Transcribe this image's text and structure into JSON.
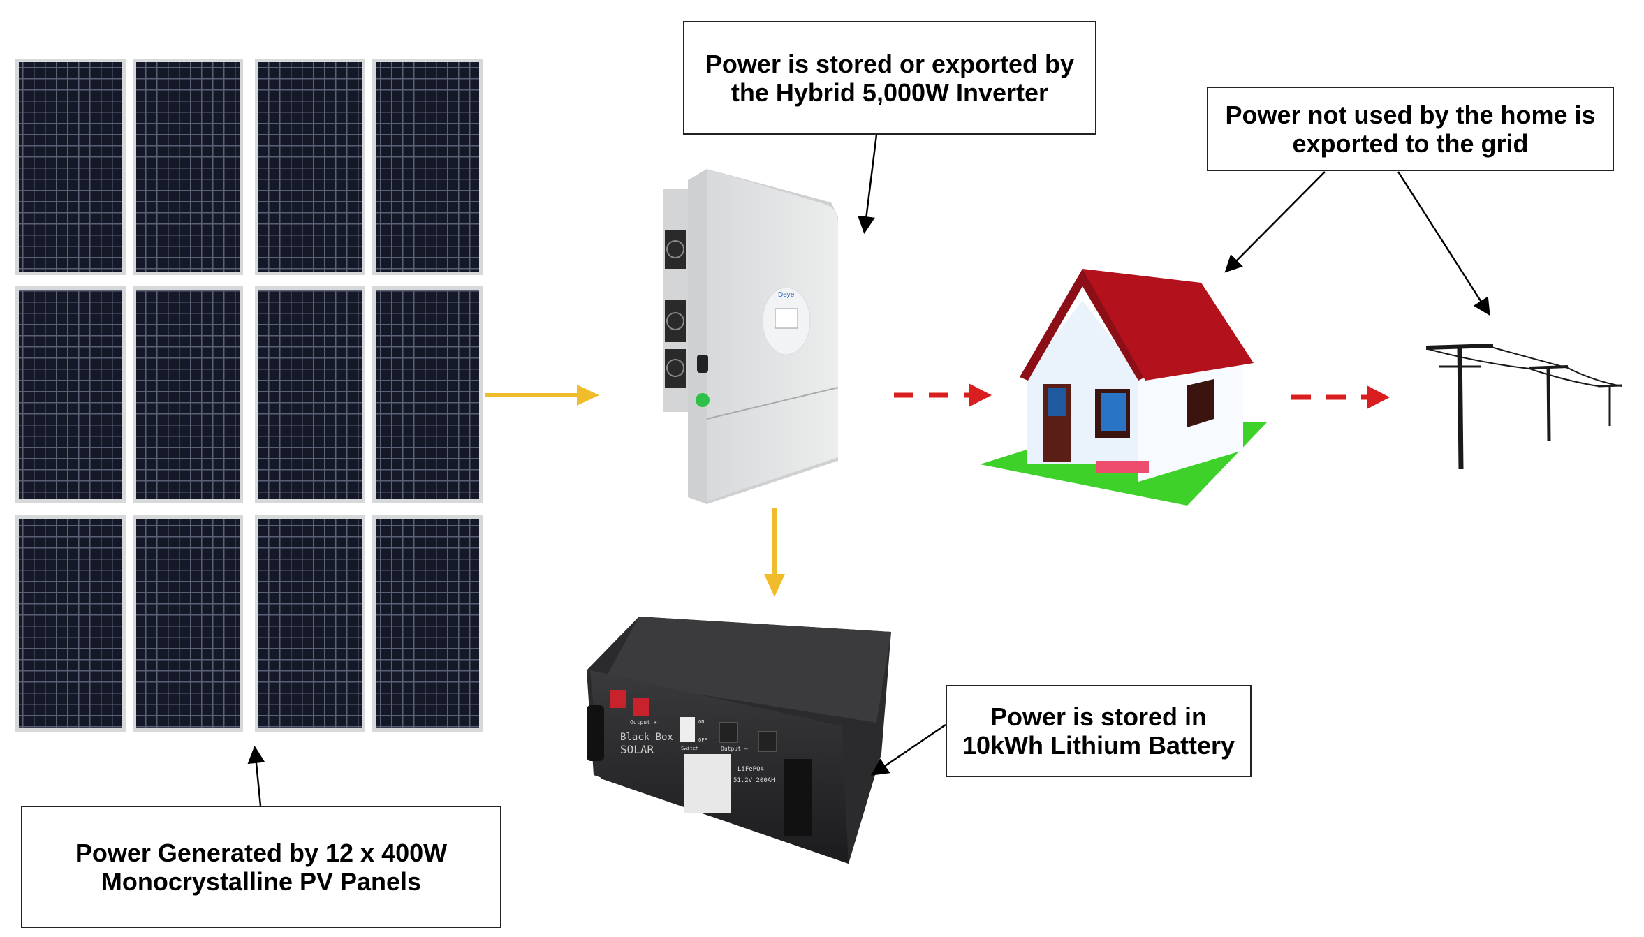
{
  "labels": {
    "inverter": [
      "Power is stored or exported by",
      "the Hybrid 5,000W Inverter"
    ],
    "grid": [
      "Power not used by the home is",
      "exported to the grid"
    ],
    "battery": [
      "Power is stored in",
      "10kWh Lithium Battery"
    ],
    "panels": [
      "Power Generated by 12 x 400W",
      "Monocrystalline PV Panels"
    ]
  },
  "battery_device": {
    "brand_line1": "Black Box",
    "brand_line2": "SOLAR",
    "chemistry": "LiFePO4",
    "rating": "51.2V 200AH",
    "output_plus": "Output +",
    "output_minus": "Output —",
    "switch": "Switch",
    "on": "ON",
    "off": "OFF"
  },
  "inverter_device": {
    "brand": "Deye"
  },
  "colors": {
    "solar_flow": "#f0bc2c",
    "export_flow": "#d81e1e",
    "roof": "#b3121d",
    "lawn": "#3ed12a"
  }
}
